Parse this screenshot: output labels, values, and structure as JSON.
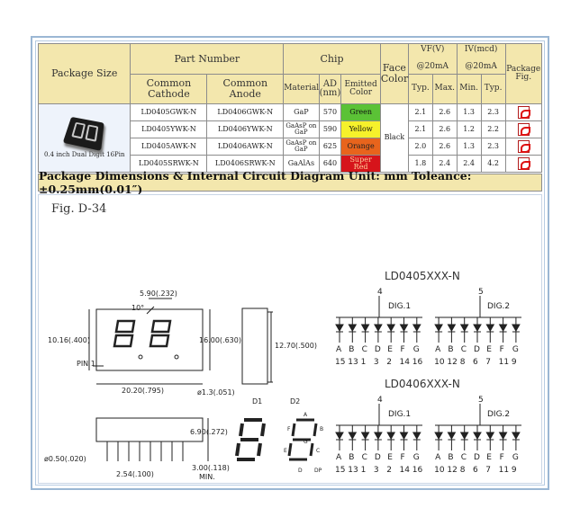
{
  "table": {
    "headers": {
      "package_size": "Package Size",
      "part_number": "Part Number",
      "common_cathode": "Common Cathode",
      "common_anode": "Common Anode",
      "chip": "Chip",
      "material": "Material",
      "ad": "AD",
      "ad_unit": "(nm)",
      "emitted_color": "Emitted Color",
      "face_color": "Face Color",
      "vf": "VF(V)",
      "vf_cond": "@20mA",
      "iv": "IV(mcd)",
      "iv_cond": "@20mA",
      "typ": "Typ.",
      "max": "Max.",
      "min": "Min.",
      "typ2": "Typ.",
      "package_fig": "Package Fig."
    },
    "package_caption": "0.4 inch Dual Digit 16Pin",
    "face_color_value": "Black",
    "rows": [
      {
        "cathode": "LD0405GWK-N",
        "anode": "LD0406GWK-N",
        "material": "GaP",
        "ad": "570",
        "color": "Green",
        "vf_typ": "2.1",
        "vf_max": "2.6",
        "iv_min": "1.3",
        "iv_typ": "2.3"
      },
      {
        "cathode": "LD0405YWK-N",
        "anode": "LD0406YWK-N",
        "material": "GaAsP on GaP",
        "ad": "590",
        "color": "Yellow",
        "vf_typ": "2.1",
        "vf_max": "2.6",
        "iv_min": "1.2",
        "iv_typ": "2.2"
      },
      {
        "cathode": "LD0405AWK-N",
        "anode": "LD0406AWK-N",
        "material": "GaAsP on GaP",
        "ad": "625",
        "color": "Orange",
        "vf_typ": "2.0",
        "vf_max": "2.6",
        "iv_min": "1.3",
        "iv_typ": "2.3"
      },
      {
        "cathode": "LD0405SRWK-N",
        "anode": "LD0406SRWK-N",
        "material": "GaAlAs",
        "ad": "640",
        "color": "Super Red",
        "vf_typ": "1.8",
        "vf_max": "2.4",
        "iv_min": "2.4",
        "iv_typ": "4.2"
      }
    ],
    "colors": {
      "green": "#5bc236",
      "yellow": "#f6f12b",
      "orange": "#e8641c",
      "red": "#d6141b",
      "header_bg": "#f3e7ad"
    }
  },
  "section_title": "Package Dimensions & Internal Circuit Diagram Unit: mm Toleance:±0.25mm(0.01″)",
  "figure": {
    "label": "Fig. D-34",
    "dims": {
      "top_width": "5.90(.232)",
      "angle": "10°",
      "left_height": "10.16(.400)",
      "right_height": "16.00(.630)",
      "pin1": "PIN 1",
      "total_width": "20.20(.795)",
      "dp_dia": "ø1.3(.051)",
      "side_height": "12.70(.500)",
      "lead_height": "6.90(.272)",
      "lead_dia": "ø0.50(.020)",
      "pitch": "2.54(.100)",
      "lead_len": "3.00(.118)",
      "min": "MIN.",
      "d1": "D1",
      "d2": "D2"
    },
    "seg_labels": {
      "a": "A",
      "b": "B",
      "c": "C",
      "d": "D",
      "e": "E",
      "f": "F",
      "g": "G",
      "dp": "DP"
    },
    "circuit1": {
      "title": "LD0405XXX-N",
      "com1": "4",
      "com2": "5",
      "dig1": "DIG.1",
      "dig2": "DIG.2",
      "segments": [
        "A",
        "B",
        "C",
        "D",
        "E",
        "F",
        "G",
        "A",
        "B",
        "C",
        "D",
        "E",
        "F",
        "G"
      ],
      "pins": [
        "15",
        "13",
        "1",
        "3",
        "2",
        "14",
        "16",
        "10",
        "12",
        "8",
        "6",
        "7",
        "11",
        "9"
      ]
    },
    "circuit2": {
      "title": "LD0406XXX-N",
      "com1": "4",
      "com2": "5",
      "dig1": "DIG.1",
      "dig2": "DIG.2",
      "segments": [
        "A",
        "B",
        "C",
        "D",
        "E",
        "F",
        "G",
        "A",
        "B",
        "C",
        "D",
        "E",
        "F",
        "G"
      ],
      "pins": [
        "15",
        "13",
        "1",
        "3",
        "2",
        "14",
        "16",
        "10",
        "12",
        "8",
        "6",
        "7",
        "11",
        "9"
      ]
    }
  }
}
